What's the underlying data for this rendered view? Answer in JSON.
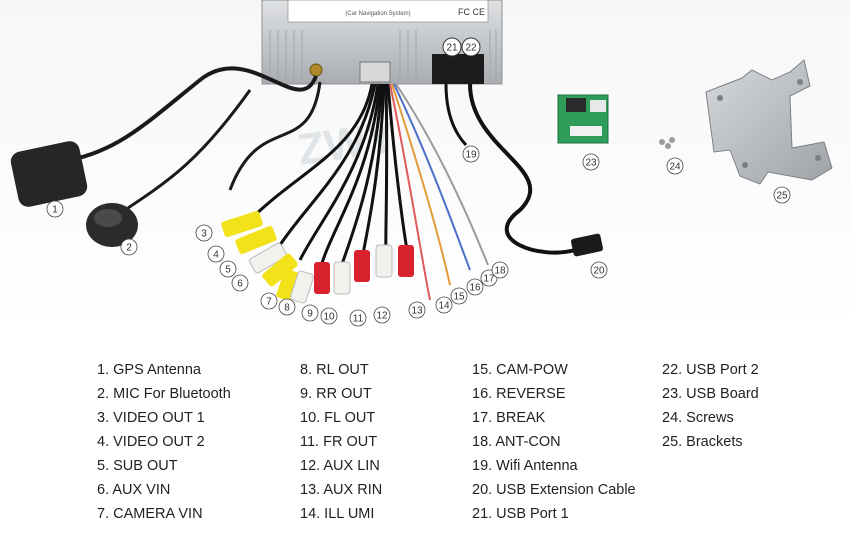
{
  "head_unit": {
    "label_text": "(Car Navigation System)",
    "fc_mark": "FC CE",
    "port_21": "21",
    "port_22": "22"
  },
  "watermark": "ZWY",
  "callouts": [
    "1",
    "2",
    "3",
    "4",
    "5",
    "6",
    "7",
    "8",
    "9",
    "10",
    "11",
    "12",
    "13",
    "14",
    "15",
    "16",
    "17",
    "18",
    "19",
    "20",
    "23",
    "24",
    "25"
  ],
  "legend": {
    "columns": [
      [
        "1. GPS Antenna",
        "2. MIC For Bluetooth",
        "3. VIDEO OUT 1",
        "4. VIDEO OUT 2",
        "5. SUB OUT",
        "6. AUX VIN",
        "7. CAMERA VIN"
      ],
      [
        "8. RL OUT",
        "9. RR OUT",
        "10. FL OUT",
        "11. FR OUT",
        "12. AUX LIN",
        "13. AUX RIN",
        "14. ILL UMI"
      ],
      [
        "15. CAM-POW",
        "16. REVERSE",
        "17. BREAK",
        "18. ANT-CON",
        "19. Wifi Antenna",
        "20. USB Extension Cable",
        "21. USB Port 1"
      ],
      [
        "22. USB Port 2",
        "23. USB Board",
        "24. Screws",
        "25. Brackets"
      ]
    ]
  },
  "colors": {
    "yellow_rca": "#f2e21a",
    "red_rca": "#d8232f",
    "white_rca": "#f1f1ee",
    "cable_black": "#1a1a1a",
    "pcb_green": "#2f9d5a",
    "bracket_gray": "#b9bbbf",
    "head_unit_gray": "#c9cccf"
  }
}
